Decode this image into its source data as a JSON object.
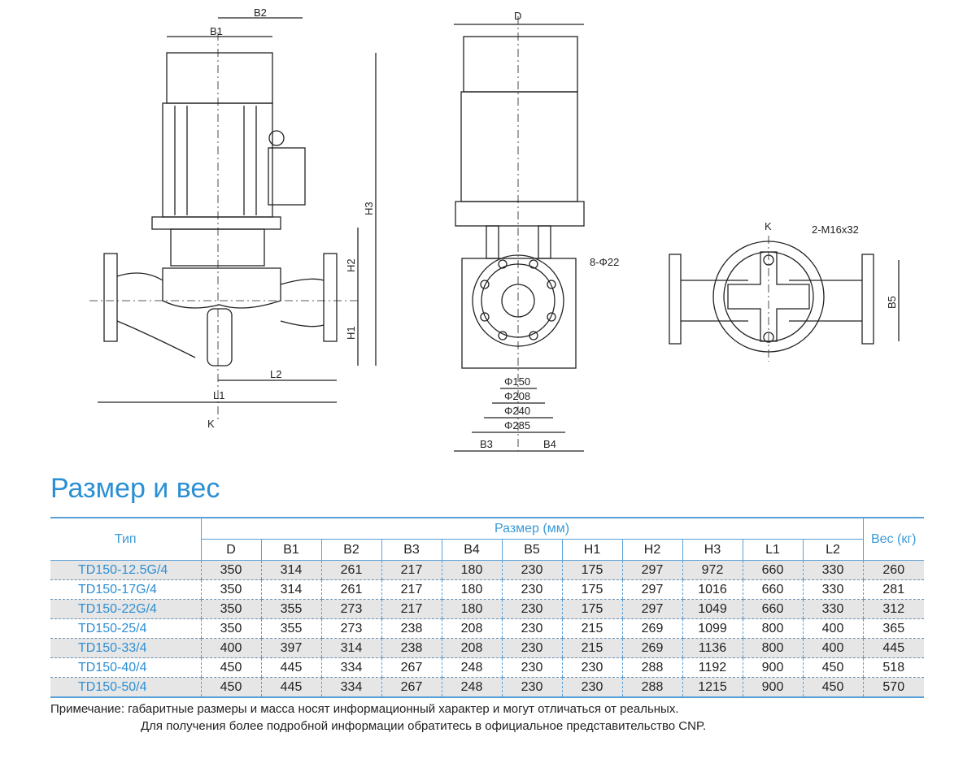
{
  "drawing_labels": {
    "b2": "B2",
    "b1": "B1",
    "h3": "H3",
    "h2": "H2",
    "h1": "H1",
    "l2": "L2",
    "l1": "L1",
    "k_front": "K",
    "d": "D",
    "holes": "8-Φ22",
    "phi150": "Φ150",
    "phi208": "Φ208",
    "phi240": "Φ240",
    "phi285": "Φ285",
    "b3": "B3",
    "b4": "B4",
    "k_top": "K",
    "bolts": "2-M16x32",
    "b5": "B5"
  },
  "section_title": "Размер и вес",
  "table": {
    "type_header": "Тип",
    "size_header": "Размер (мм)",
    "weight_header": "Вес (кг)",
    "columns": [
      "D",
      "B1",
      "B2",
      "B3",
      "B4",
      "B5",
      "H1",
      "H2",
      "H3",
      "L1",
      "L2"
    ],
    "rows": [
      {
        "type": "TD150-12.5G/4",
        "values": [
          "350",
          "314",
          "261",
          "217",
          "180",
          "230",
          "175",
          "297",
          "972",
          "660",
          "330"
        ],
        "weight": "260"
      },
      {
        "type": "TD150-17G/4",
        "values": [
          "350",
          "314",
          "261",
          "217",
          "180",
          "230",
          "175",
          "297",
          "1016",
          "660",
          "330"
        ],
        "weight": "281"
      },
      {
        "type": "TD150-22G/4",
        "values": [
          "350",
          "355",
          "273",
          "217",
          "180",
          "230",
          "175",
          "297",
          "1049",
          "660",
          "330"
        ],
        "weight": "312"
      },
      {
        "type": "TD150-25/4",
        "values": [
          "350",
          "355",
          "273",
          "238",
          "208",
          "230",
          "215",
          "269",
          "1099",
          "800",
          "400"
        ],
        "weight": "365"
      },
      {
        "type": "TD150-33/4",
        "values": [
          "400",
          "397",
          "314",
          "238",
          "208",
          "230",
          "215",
          "269",
          "1136",
          "800",
          "400"
        ],
        "weight": "445"
      },
      {
        "type": "TD150-40/4",
        "values": [
          "450",
          "445",
          "334",
          "267",
          "248",
          "230",
          "230",
          "288",
          "1192",
          "900",
          "450"
        ],
        "weight": "518"
      },
      {
        "type": "TD150-50/4",
        "values": [
          "450",
          "445",
          "334",
          "267",
          "248",
          "230",
          "230",
          "288",
          "1215",
          "900",
          "450"
        ],
        "weight": "570"
      }
    ]
  },
  "note": {
    "line1": "Примечание: габаритные размеры и масса носят информационный характер и могут отличаться от реальных.",
    "line2": "Для получения более подробной информации обратитесь в официальное представительство CNP."
  }
}
